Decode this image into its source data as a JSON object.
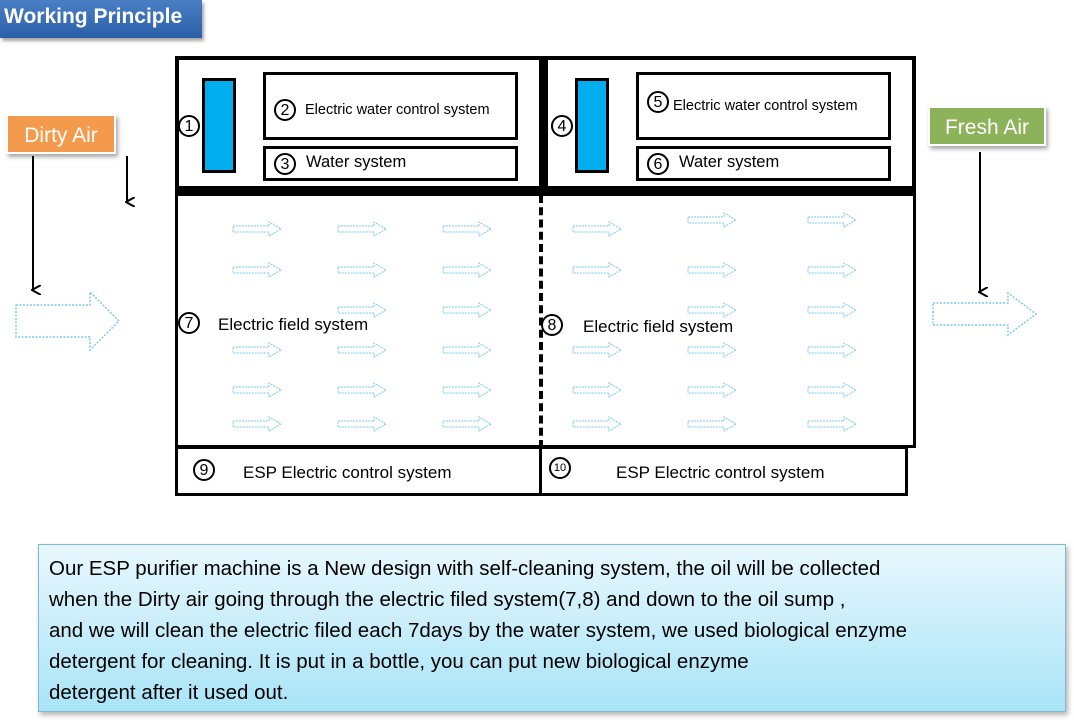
{
  "title": "Working Principle",
  "tags": {
    "dirty_air": "Dirty Air",
    "fresh_air": "Fresh Air"
  },
  "left_unit": {
    "n1": "1",
    "n2": "2",
    "electric_water_control": "Electric water  control system",
    "n3": "3",
    "water_system": "Water system",
    "n7": "7",
    "electric_field": "Electric field system",
    "n9": "9",
    "esp_control": "ESP Electric control system"
  },
  "right_unit": {
    "n4": "4",
    "n5": "5",
    "electric_water_control": "Electric water  control system",
    "n6": "6",
    "water_system": "Water system",
    "n8": "8",
    "electric_field": "Electric field system",
    "n10": "10",
    "esp_control": "ESP Electric control system"
  },
  "description": {
    "lines": [
      "Our ESP purifier machine is a New design with self-cleaning  system, the oil will be collected",
      "when the Dirty air going through the electric filed system(7,8) and down to the oil sump ,",
      "and we will clean the electric filed each 7days  by the water system, we used biological enzyme",
      "detergent for cleaning. It is put in a bottle, you can put new biological enzyme",
      "detergent  after it used out."
    ]
  },
  "colors": {
    "title_bg": "#2b5fa8",
    "dirty_air": "#f39a4c",
    "fresh_air": "#8db35a",
    "water_bar": "#00aeef",
    "arrow_outline": "#7fc8ee",
    "info_bg": "#a9e4f7"
  }
}
